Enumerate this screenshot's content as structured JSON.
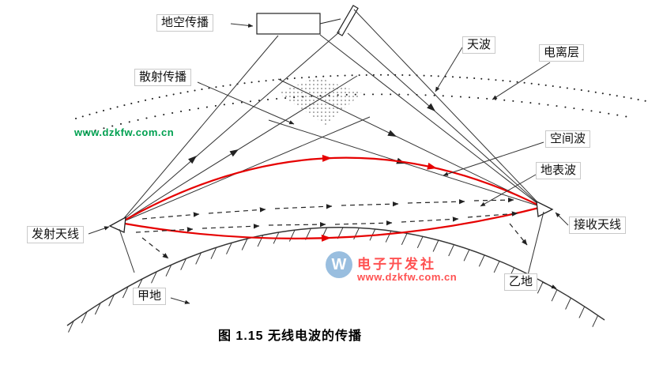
{
  "figure": {
    "caption": "图 1.15 无线电波的传播"
  },
  "labels": {
    "ground_air_propagation": "地空传播",
    "sky_wave": "天波",
    "ionosphere": "电离层",
    "scatter_propagation": "散射传播",
    "space_wave": "空间波",
    "ground_surface_wave": "地表波",
    "transmit_antenna": "发射天线",
    "receive_antenna": "接收天线",
    "site_a": "甲地",
    "site_b": "乙地"
  },
  "watermarks": {
    "green_url": "www.dzkfw.com.cn",
    "logo_letter": "W",
    "brand_name": "电子开发社",
    "brand_url": "www.dzkfw.com.cn"
  },
  "colors": {
    "line": "#333333",
    "red_path": "#e60000",
    "green_watermark": "#00a050",
    "red_watermark": "#ff3333",
    "logo_blue": "#8fb8dc",
    "label_border": "#c9c9c9"
  }
}
